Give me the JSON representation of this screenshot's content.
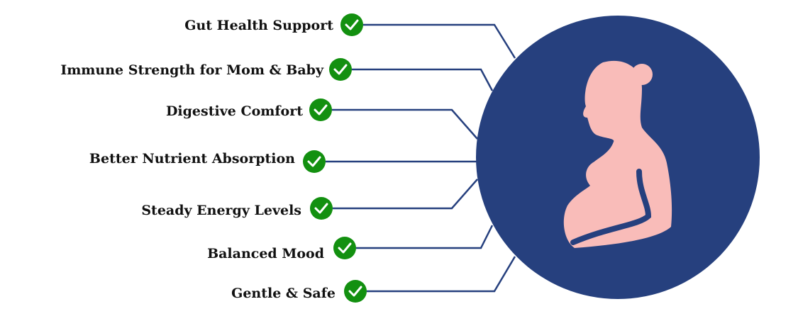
{
  "colors": {
    "navy": "#26407e",
    "check_green": "#139010",
    "silhouette": "#f9bcb9"
  },
  "central_icon": "pregnant-woman-icon",
  "benefits": [
    {
      "label": "Gut Health Support",
      "icon": "check-icon"
    },
    {
      "label": "Immune Strength for Mom & Baby",
      "icon": "check-icon"
    },
    {
      "label": "Digestive Comfort",
      "icon": "check-icon"
    },
    {
      "label": "Better Nutrient Absorption",
      "icon": "check-icon"
    },
    {
      "label": "Steady Energy Levels",
      "icon": "check-icon"
    },
    {
      "label": "Balanced Mood",
      "icon": "check-icon"
    },
    {
      "label": "Gentle & Safe",
      "icon": "check-icon"
    }
  ]
}
